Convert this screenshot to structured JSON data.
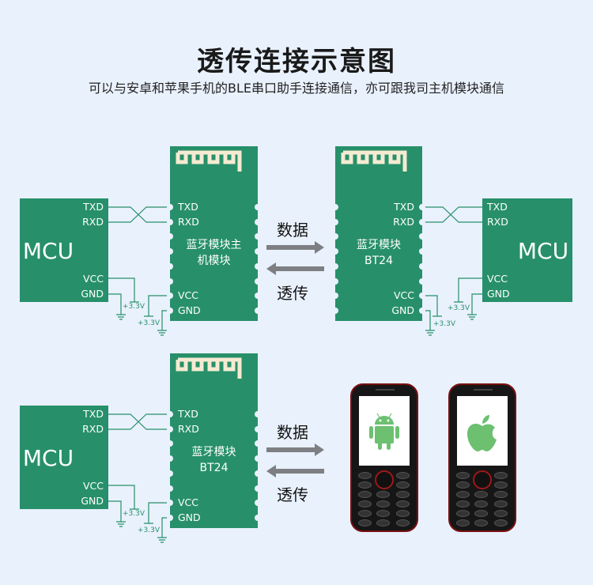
{
  "title": "透传连接示意图",
  "subtitle": "可以与安卓和苹果手机的BLE串口助手连接通信，亦可跟我司主机模块通信",
  "mcu_label": "MCU",
  "pins": {
    "txd": "TXD",
    "rxd": "RXD",
    "vcc": "VCC",
    "gnd": "GND"
  },
  "power_label": "+3.3V",
  "module_master": {
    "line1": "蓝牙模块主",
    "line2": "机模块"
  },
  "module_bt24": {
    "line1": "蓝牙模块",
    "line2": "BT24"
  },
  "arrows": {
    "data": "数据",
    "passthrough": "透传"
  },
  "colors": {
    "board": "#27906a",
    "background": "#e9f1fd",
    "arrow": "#7d7f83"
  }
}
